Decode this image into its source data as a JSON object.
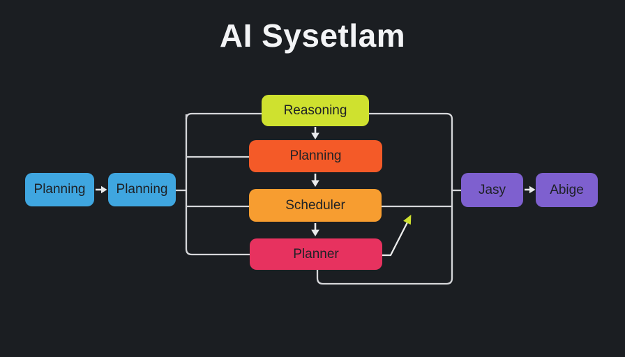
{
  "title": "AI Sysetlam",
  "colors": {
    "background": "#1b1e22",
    "title_text": "#f3f4f6",
    "node_text": "#1e2126",
    "connector_line": "#d6d7da",
    "flow_arrow": "#e9eaec",
    "diagonal_arrowhead": "#cfe12f"
  },
  "nodes": {
    "reasoning": {
      "label": "Reasoning",
      "color": "#cfe12f"
    },
    "planning_mid": {
      "label": "Planning",
      "color": "#f45a28"
    },
    "scheduler": {
      "label": "Scheduler",
      "color": "#f79d30"
    },
    "planner": {
      "label": "Planner",
      "color": "#e7325f"
    },
    "planning_left_a": {
      "label": "Planning",
      "color": "#3fa6e0"
    },
    "planning_left_b": {
      "label": "Planning",
      "color": "#3fa6e0"
    },
    "jasy": {
      "label": "Jasy",
      "color": "#7e60cf"
    },
    "abige": {
      "label": "Abige",
      "color": "#7e60cf"
    }
  },
  "edges": [
    {
      "from": "planning_left_a",
      "to": "planning_left_b",
      "type": "arrow"
    },
    {
      "from": "planning_left_b",
      "to": "left_trunk",
      "type": "line"
    },
    {
      "from": "reasoning",
      "to": "planning_mid",
      "type": "arrow-down"
    },
    {
      "from": "planning_mid",
      "to": "scheduler",
      "type": "arrow-down"
    },
    {
      "from": "scheduler",
      "to": "planner",
      "type": "arrow-down"
    },
    {
      "from": "planner",
      "to": "scheduler_right_line",
      "type": "diagonal-arrow-up"
    },
    {
      "from": "right_trunk",
      "to": "jasy",
      "type": "line"
    },
    {
      "from": "jasy",
      "to": "abige",
      "type": "arrow"
    },
    {
      "from": "planner",
      "to": "right_trunk",
      "type": "bottom-loop-line"
    }
  ]
}
